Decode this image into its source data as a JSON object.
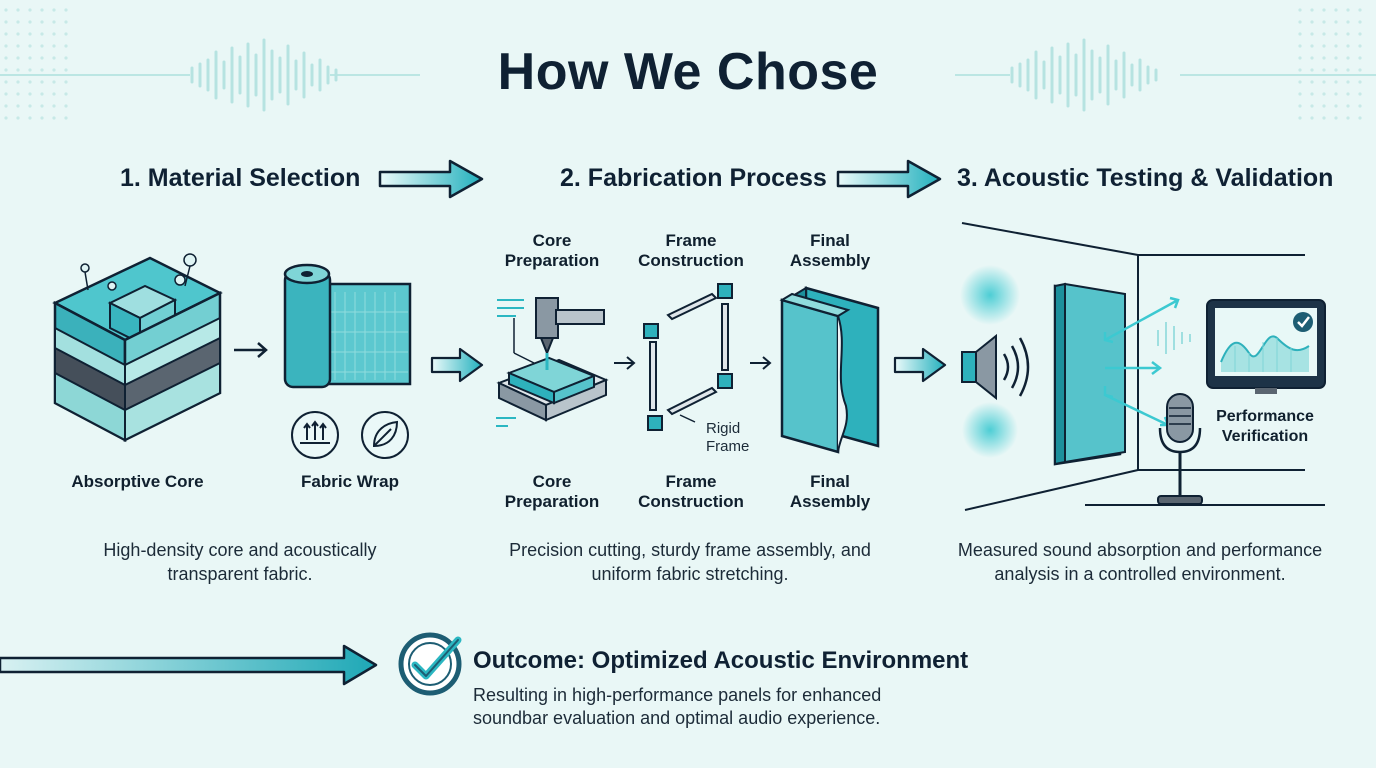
{
  "title": "How We Chose",
  "steps": [
    {
      "title": "1. Material Selection",
      "description": "High-density core and acoustically transparent fabric."
    },
    {
      "title": "2. Fabrication Process",
      "description": "Precision cutting, sturdy frame assembly, and uniform fabric stretching."
    },
    {
      "title": "3. Acoustic Testing & Validation",
      "description": "Measured sound absorption and performance analysis in a controlled environment."
    }
  ],
  "materials": {
    "core_label": "Absorptive Core",
    "fabric_label": "Fabric Wrap"
  },
  "fabrication": {
    "top_labels": [
      [
        "Core",
        "Preparation"
      ],
      [
        "Frame",
        "Construction"
      ],
      [
        "Final",
        "Assembly"
      ]
    ],
    "bottom_labels": [
      [
        "Core",
        "Preparation"
      ],
      [
        "Frame",
        "Construction"
      ],
      [
        "Final",
        "Assembly"
      ]
    ],
    "frame_callout": [
      "Rigid",
      "Frame"
    ]
  },
  "testing": {
    "verification_label": [
      "Performance",
      "Verification"
    ]
  },
  "outcome": {
    "title": "Outcome: Optimized Acoustic Environment",
    "text_line1": "Resulting in high-performance panels for enhanced",
    "text_line2": "soundbar evaluation and optimal audio experience."
  },
  "colors": {
    "teal": "#2bb7c2",
    "navy": "#0f2133",
    "background": "#e9f7f6",
    "dark_teal": "#1d5d73"
  },
  "icons": [
    "waveform-icon",
    "arrow-right-icon",
    "layered-core-icon",
    "fabric-roll-icon",
    "airflow-icon",
    "leaf-icon",
    "cutting-machine-icon",
    "frame-icon",
    "panel-assembly-icon",
    "speaker-icon",
    "microphone-icon",
    "monitor-chart-icon",
    "checkmark-badge-icon"
  ]
}
